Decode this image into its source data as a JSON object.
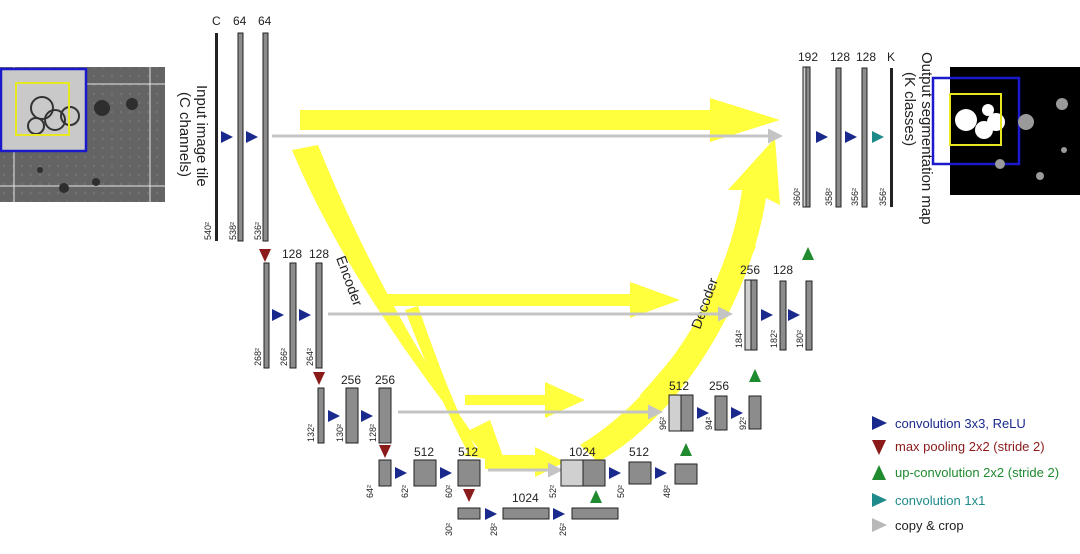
{
  "input_label": {
    "line1": "Input image tile",
    "line2": "(C channels)"
  },
  "output_label": {
    "line1": "Output segmentation map",
    "line2": "(K classes)"
  },
  "encoder_label": "Encoder",
  "decoder_label": "Decoder",
  "channels": {
    "l1": [
      "C",
      "64",
      "64"
    ],
    "l2": [
      "128",
      "128"
    ],
    "l3": [
      "256",
      "256"
    ],
    "l4": [
      "512",
      "512"
    ],
    "l5": [
      "1024",
      "1024"
    ],
    "u4": [
      "1024",
      "512"
    ],
    "u3": [
      "512",
      "256"
    ],
    "u2": [
      "256",
      "128"
    ],
    "u1": [
      "192",
      "128",
      "128",
      "K"
    ]
  },
  "sizes": {
    "l1": [
      "540²",
      "538²",
      "536²"
    ],
    "l2": [
      "268²",
      "266²",
      "264²"
    ],
    "l3": [
      "132²",
      "130²",
      "128²"
    ],
    "l4": [
      "64²",
      "62²",
      "60²"
    ],
    "l5": [
      "30²",
      "28²",
      "26²"
    ],
    "u4": [
      "52²",
      "50²",
      "48²"
    ],
    "u3": [
      "96²",
      "94²",
      "92²"
    ],
    "u2": [
      "184²",
      "182²",
      "180²"
    ],
    "u1": [
      "360²",
      "358²",
      "356²",
      "356²"
    ]
  },
  "legend": [
    {
      "label": "convolution 3x3, ReLU",
      "color": "#1a2a8c",
      "shape": "arrow-right"
    },
    {
      "label": "max pooling 2x2 (stride 2)",
      "color": "#8b1a1a",
      "shape": "arrow-down"
    },
    {
      "label": "up-convolution 2x2 (stride 2)",
      "color": "#1f8a2e",
      "shape": "arrow-up"
    },
    {
      "label": "convolution 1x1",
      "color": "#1f8a8a",
      "shape": "arrow-right"
    },
    {
      "label": "copy & crop",
      "color": "#b8b8b8",
      "shape": "arrow-right"
    }
  ],
  "colors": {
    "highlight": "#ffff33",
    "feature_map": "#8c8c8c",
    "conv_arrow": "#1a2a8c",
    "pool_arrow": "#8b1a1a",
    "up_arrow": "#1f8a2e",
    "conv1x1_arrow": "#1f8a8a",
    "copy_arrow": "#c4c4c4"
  }
}
